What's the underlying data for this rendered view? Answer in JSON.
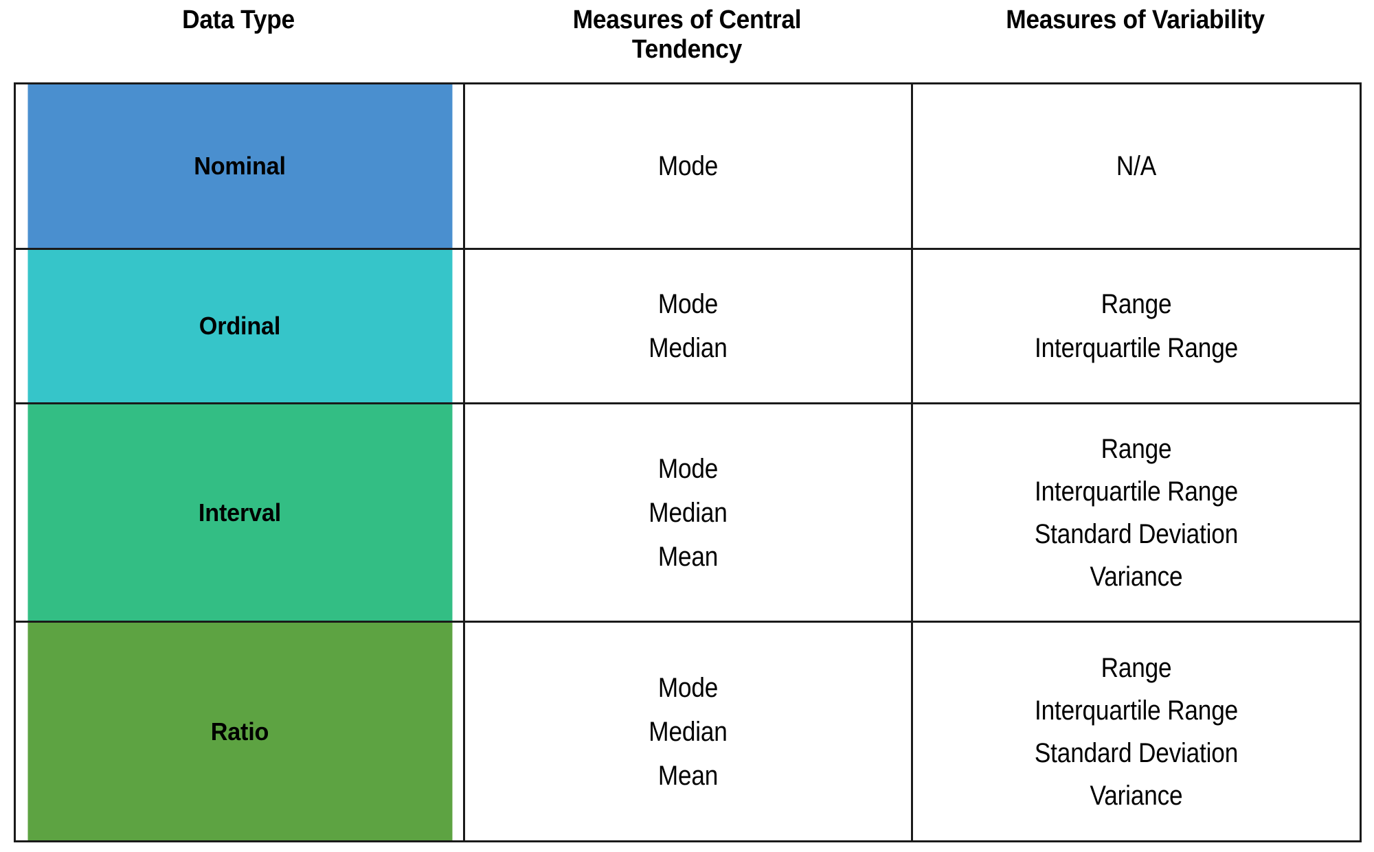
{
  "table": {
    "headers": [
      {
        "label": "Data Type"
      },
      {
        "label": "Measures of Central Tendency"
      },
      {
        "label": "Measures of Variability"
      }
    ],
    "colors": {
      "nominal": "#4a8fcf",
      "ordinal": "#36c5c9",
      "interval": "#33be84",
      "ratio": "#5da342",
      "border": "#1a1a1a",
      "cell_background": "#ffffff",
      "text": "#000000"
    },
    "rows": [
      {
        "type": "Nominal",
        "central_tendency": [
          "Mode"
        ],
        "variability": [
          "N/A"
        ]
      },
      {
        "type": "Ordinal",
        "central_tendency": [
          "Mode",
          "Median"
        ],
        "variability": [
          "Range",
          "Interquartile Range"
        ]
      },
      {
        "type": "Interval",
        "central_tendency": [
          "Mode",
          "Median",
          "Mean"
        ],
        "variability": [
          "Range",
          "Interquartile Range",
          "Standard Deviation",
          "Variance"
        ]
      },
      {
        "type": "Ratio",
        "central_tendency": [
          "Mode",
          "Median",
          "Mean"
        ],
        "variability": [
          "Range",
          "Interquartile Range",
          "Standard Deviation",
          "Variance"
        ]
      }
    ]
  }
}
